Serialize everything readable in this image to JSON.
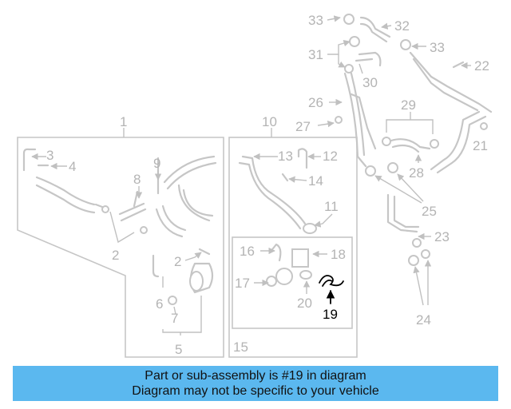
{
  "callouts": {
    "c1": "1",
    "c2a": "2",
    "c2b": "2",
    "c3": "3",
    "c4": "4",
    "c5": "5",
    "c6": "6",
    "c7": "7",
    "c8": "8",
    "c9": "9",
    "c10": "10",
    "c11": "11",
    "c12": "12",
    "c13": "13",
    "c14": "14",
    "c15": "15",
    "c16": "16",
    "c17": "17",
    "c18": "18",
    "c19": "19",
    "c20": "20",
    "c21": "21",
    "c22": "22",
    "c23": "23",
    "c24": "24",
    "c25": "25",
    "c26": "26",
    "c27": "27",
    "c28": "28",
    "c29": "29",
    "c30": "30",
    "c31": "31",
    "c32": "32",
    "c33a": "33",
    "c33b": "33"
  },
  "highlighted_part": "19",
  "colors": {
    "banner": "#5bb8ef",
    "highlight": "#000000",
    "faded": "#c6c6c6"
  },
  "banner": {
    "line1": "Part or sub-assembly is #19 in diagram",
    "line2": "Diagram may not be specific to your vehicle"
  }
}
